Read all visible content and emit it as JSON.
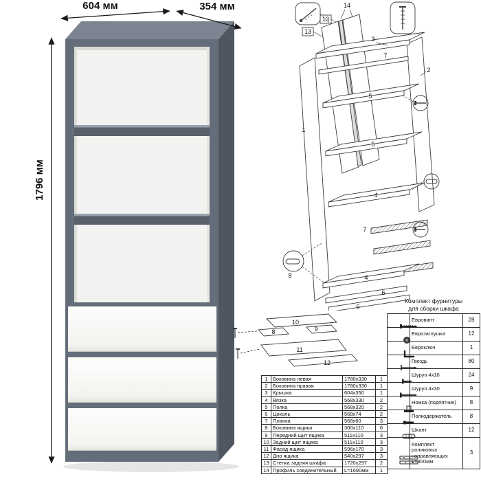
{
  "scene": {
    "width_label": "604 мм",
    "depth_label": "354 мм",
    "height_label": "1796 мм"
  },
  "colors": {
    "cabinet_gray": "#646d7a",
    "cabinet_top": "#7b8490",
    "cabinet_side": "#50565f",
    "interior_white": "#f2f2f0",
    "drawer_white": "#fbfbf9"
  },
  "exploded": {
    "labels": [
      "14",
      "13",
      "13",
      "3",
      "7",
      "2",
      "5",
      "1",
      "5",
      "4",
      "7",
      "8",
      "4",
      "6",
      "6"
    ]
  },
  "drawer_diagram": {
    "labels": [
      "10",
      "8",
      "9",
      "11",
      "12"
    ]
  },
  "parts_table": {
    "rows": [
      {
        "num": "1",
        "name": "Боковина левая",
        "size": "1780x330",
        "qty": "1"
      },
      {
        "num": "2",
        "name": "Боковина правая",
        "size": "1780x330",
        "qty": "1"
      },
      {
        "num": "3",
        "name": "Крышка",
        "size": "604x350",
        "qty": "1"
      },
      {
        "num": "4",
        "name": "Вязка",
        "size": "568x330",
        "qty": "2"
      },
      {
        "num": "5",
        "name": "Полка",
        "size": "568x320",
        "qty": "2"
      },
      {
        "num": "6",
        "name": "Цоколь",
        "size": "568x74",
        "qty": "2"
      },
      {
        "num": "7",
        "name": "Планка",
        "size": "568x60",
        "qty": "3"
      },
      {
        "num": "8",
        "name": "Боковина ящика",
        "size": "300x110",
        "qty": "6"
      },
      {
        "num": "9",
        "name": "Передний щит ящика",
        "size": "511x110",
        "qty": "3"
      },
      {
        "num": "10",
        "name": "Задний щит ящика",
        "size": "511x110",
        "qty": "3"
      },
      {
        "num": "11",
        "name": "Фасад ящика",
        "size": "596x170",
        "qty": "3"
      },
      {
        "num": "12",
        "name": "Дно ящика",
        "size": "540x297",
        "qty": "3"
      },
      {
        "num": "13",
        "name": "Стенка задняя шкафа",
        "size": "1720x297",
        "qty": "2"
      },
      {
        "num": "14",
        "name": "Профиль соединительный",
        "size": "L=1690мм",
        "qty": "1"
      }
    ]
  },
  "hardware": {
    "title_line1": "Комплект фурнитуры",
    "title_line2": "для сборки шкафа",
    "rows": [
      {
        "icon": "confirmat-screw-icon",
        "name": "Евровинт",
        "qty": "28"
      },
      {
        "icon": "cap-plug-icon",
        "name": "Еврозаглушка",
        "qty": "12"
      },
      {
        "icon": "hex-key-icon",
        "name": "Евроключ",
        "qty": "1"
      },
      {
        "icon": "nail-icon",
        "name": "Гвоздь",
        "qty": "80"
      },
      {
        "icon": "screw-4x16-icon",
        "name": "Шуруп 4x16",
        "qty": "24"
      },
      {
        "icon": "screw-4x30-icon",
        "name": "Шуруп 4x30",
        "qty": "9"
      },
      {
        "icon": "foot-icon",
        "name": "Ножка (подпятник)",
        "qty": "8"
      },
      {
        "icon": "shelf-support-icon",
        "name": "Полкодержатель",
        "qty": "8"
      },
      {
        "icon": "dowel-icon",
        "name": "Шкант",
        "qty": "12"
      },
      {
        "icon": "roller-guides-icon",
        "name": "Комплект роликовых направляющих L=300мм",
        "qty": "3"
      }
    ]
  }
}
